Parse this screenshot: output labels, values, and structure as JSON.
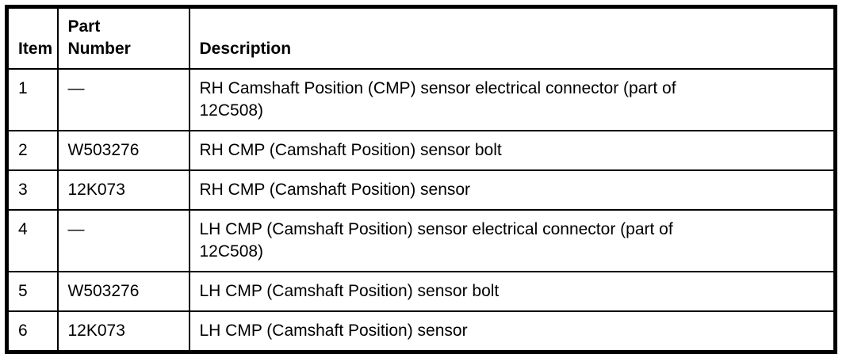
{
  "table": {
    "columns": {
      "item": "Item",
      "part_number": "Part Number",
      "description": "Description"
    },
    "rows": [
      {
        "item": "1",
        "part_number": "—",
        "description": "RH Camshaft Position (CMP) sensor electrical connector (part of 12C508)"
      },
      {
        "item": "2",
        "part_number": "W503276",
        "description": "RH CMP (Camshaft Position) sensor bolt"
      },
      {
        "item": "3",
        "part_number": "12K073",
        "description": "RH CMP (Camshaft Position) sensor"
      },
      {
        "item": "4",
        "part_number": "—",
        "description": "LH CMP (Camshaft Position) sensor electrical connector (part of 12C508)"
      },
      {
        "item": "5",
        "part_number": "W503276",
        "description": "LH CMP (Camshaft Position) sensor bolt"
      },
      {
        "item": "6",
        "part_number": "12K073",
        "description": "LH CMP (Camshaft Position) sensor"
      }
    ],
    "colors": {
      "border": "#000000",
      "text": "#000000",
      "background": "#ffffff"
    }
  }
}
